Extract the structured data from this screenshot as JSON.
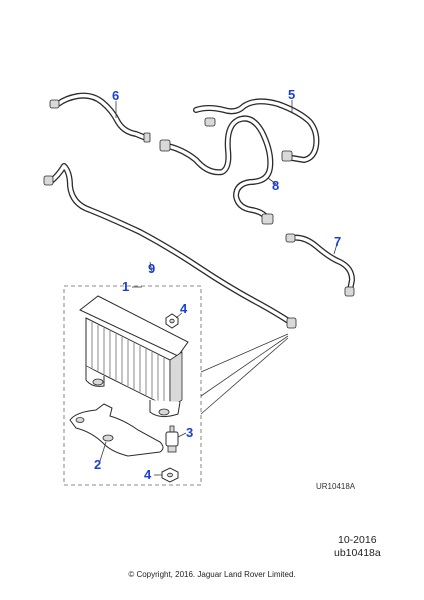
{
  "diagram": {
    "callouts": [
      {
        "id": "callout-1",
        "label": "1"
      },
      {
        "id": "callout-2",
        "label": "2"
      },
      {
        "id": "callout-3",
        "label": "3"
      },
      {
        "id": "callout-4a",
        "label": "4"
      },
      {
        "id": "callout-4b",
        "label": "4"
      },
      {
        "id": "callout-5",
        "label": "5"
      },
      {
        "id": "callout-6",
        "label": "6"
      },
      {
        "id": "callout-7",
        "label": "7"
      },
      {
        "id": "callout-8",
        "label": "8"
      },
      {
        "id": "callout-9",
        "label": "9"
      }
    ],
    "reference_code": "UR10418A",
    "callout_color": "#1a3fd6"
  },
  "footer": {
    "date": "10-2016",
    "code": "ub10418a",
    "copyright": "© Copyright, 2016. Jaguar Land Rover Limited."
  }
}
